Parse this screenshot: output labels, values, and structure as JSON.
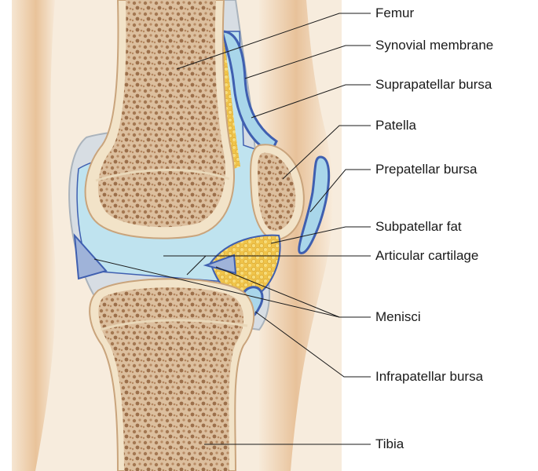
{
  "diagram": {
    "labels": {
      "femur": "Femur",
      "synovial_membrane": "Synovial membrane",
      "suprapatellar_bursa": "Suprapatellar bursa",
      "patella": "Patella",
      "prepatellar_bursa": "Prepatellar bursa",
      "subpatellar_fat": "Subpatellar fat",
      "articular_cartilage": "Articular cartilage",
      "menisci": "Menisci",
      "infrapatellar_bursa": "Infrapatellar bursa",
      "tibia": "Tibia"
    },
    "colors": {
      "skin": "#f3dcc0",
      "bone": "#d9b896",
      "bone_spongy": "#a57a55",
      "cartilage": "#f2e5cf",
      "synovial_fluid": "#bfe3ef",
      "bursa_outline": "#3f5fb0",
      "fat": "#f2c84b",
      "capsule": "#c9cfd6"
    }
  }
}
